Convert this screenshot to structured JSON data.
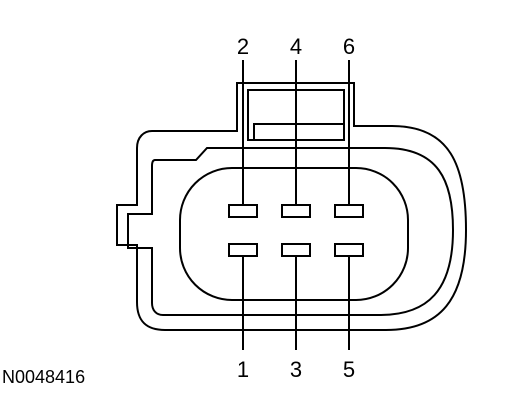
{
  "diagram": {
    "reference_code": "N0048416",
    "pins_top": [
      "2",
      "4",
      "6"
    ],
    "pins_bottom": [
      "1",
      "3",
      "5"
    ]
  }
}
